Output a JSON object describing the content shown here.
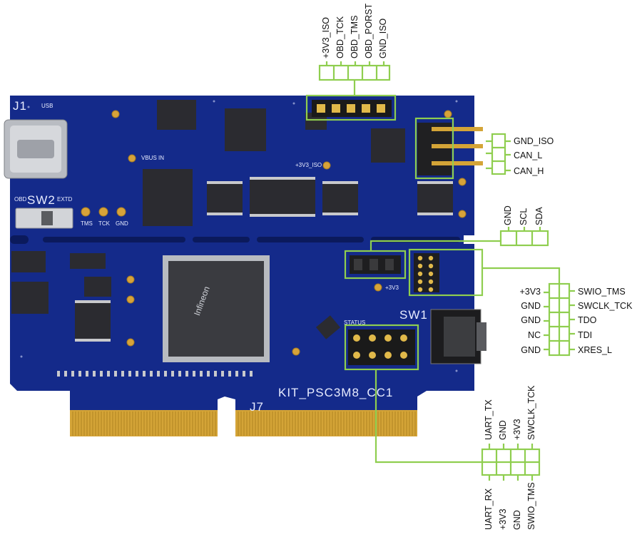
{
  "board": {
    "name": "KIT_PSC3M8_CC1",
    "connector_j7": "J7",
    "connector_j1": "J1",
    "switch_sw2": "SW2",
    "switch_sw1": "SW1",
    "usb_label": "USB",
    "obd_label": "OBD",
    "extd_label": "EXTD",
    "status_label": "STATUS",
    "vbus_label": "VBUS IN",
    "iso_label": "+3V3_ISO",
    "v3v3_label": "+3V3",
    "tp_labels": [
      "TMS",
      "TCK",
      "GND"
    ],
    "chip_brand": "Infineon"
  },
  "top_header": {
    "pins": [
      "+3V3_ISO",
      "OBD_TCK",
      "OBD_TMS",
      "OBD_PORST",
      "GND_ISO"
    ]
  },
  "can_header": {
    "pins": [
      "GND_ISO",
      "CAN_L",
      "CAN_H"
    ]
  },
  "i2c_header": {
    "pins": [
      "GND",
      "SCL",
      "SDA"
    ]
  },
  "swd_header": {
    "left": [
      "+3V3",
      "GND",
      "GND",
      "NC",
      "GND"
    ],
    "right": [
      "SWIO_TMS",
      "SWCLK_TCK",
      "TDO",
      "TDI",
      "XRES_L"
    ]
  },
  "bottom_header": {
    "top": [
      "UART_TX",
      "GND",
      "+3V3",
      "SWCLK_TCK"
    ],
    "bottom": [
      "UART_RX",
      "+3V3",
      "GND",
      "SWIO_TMS"
    ]
  },
  "colors": {
    "pcb": "#142a8a",
    "pcb_dark": "#0c1c66",
    "callout": "#8fce4f",
    "gold": "#d4a437",
    "chip": "#2a2a2e"
  }
}
